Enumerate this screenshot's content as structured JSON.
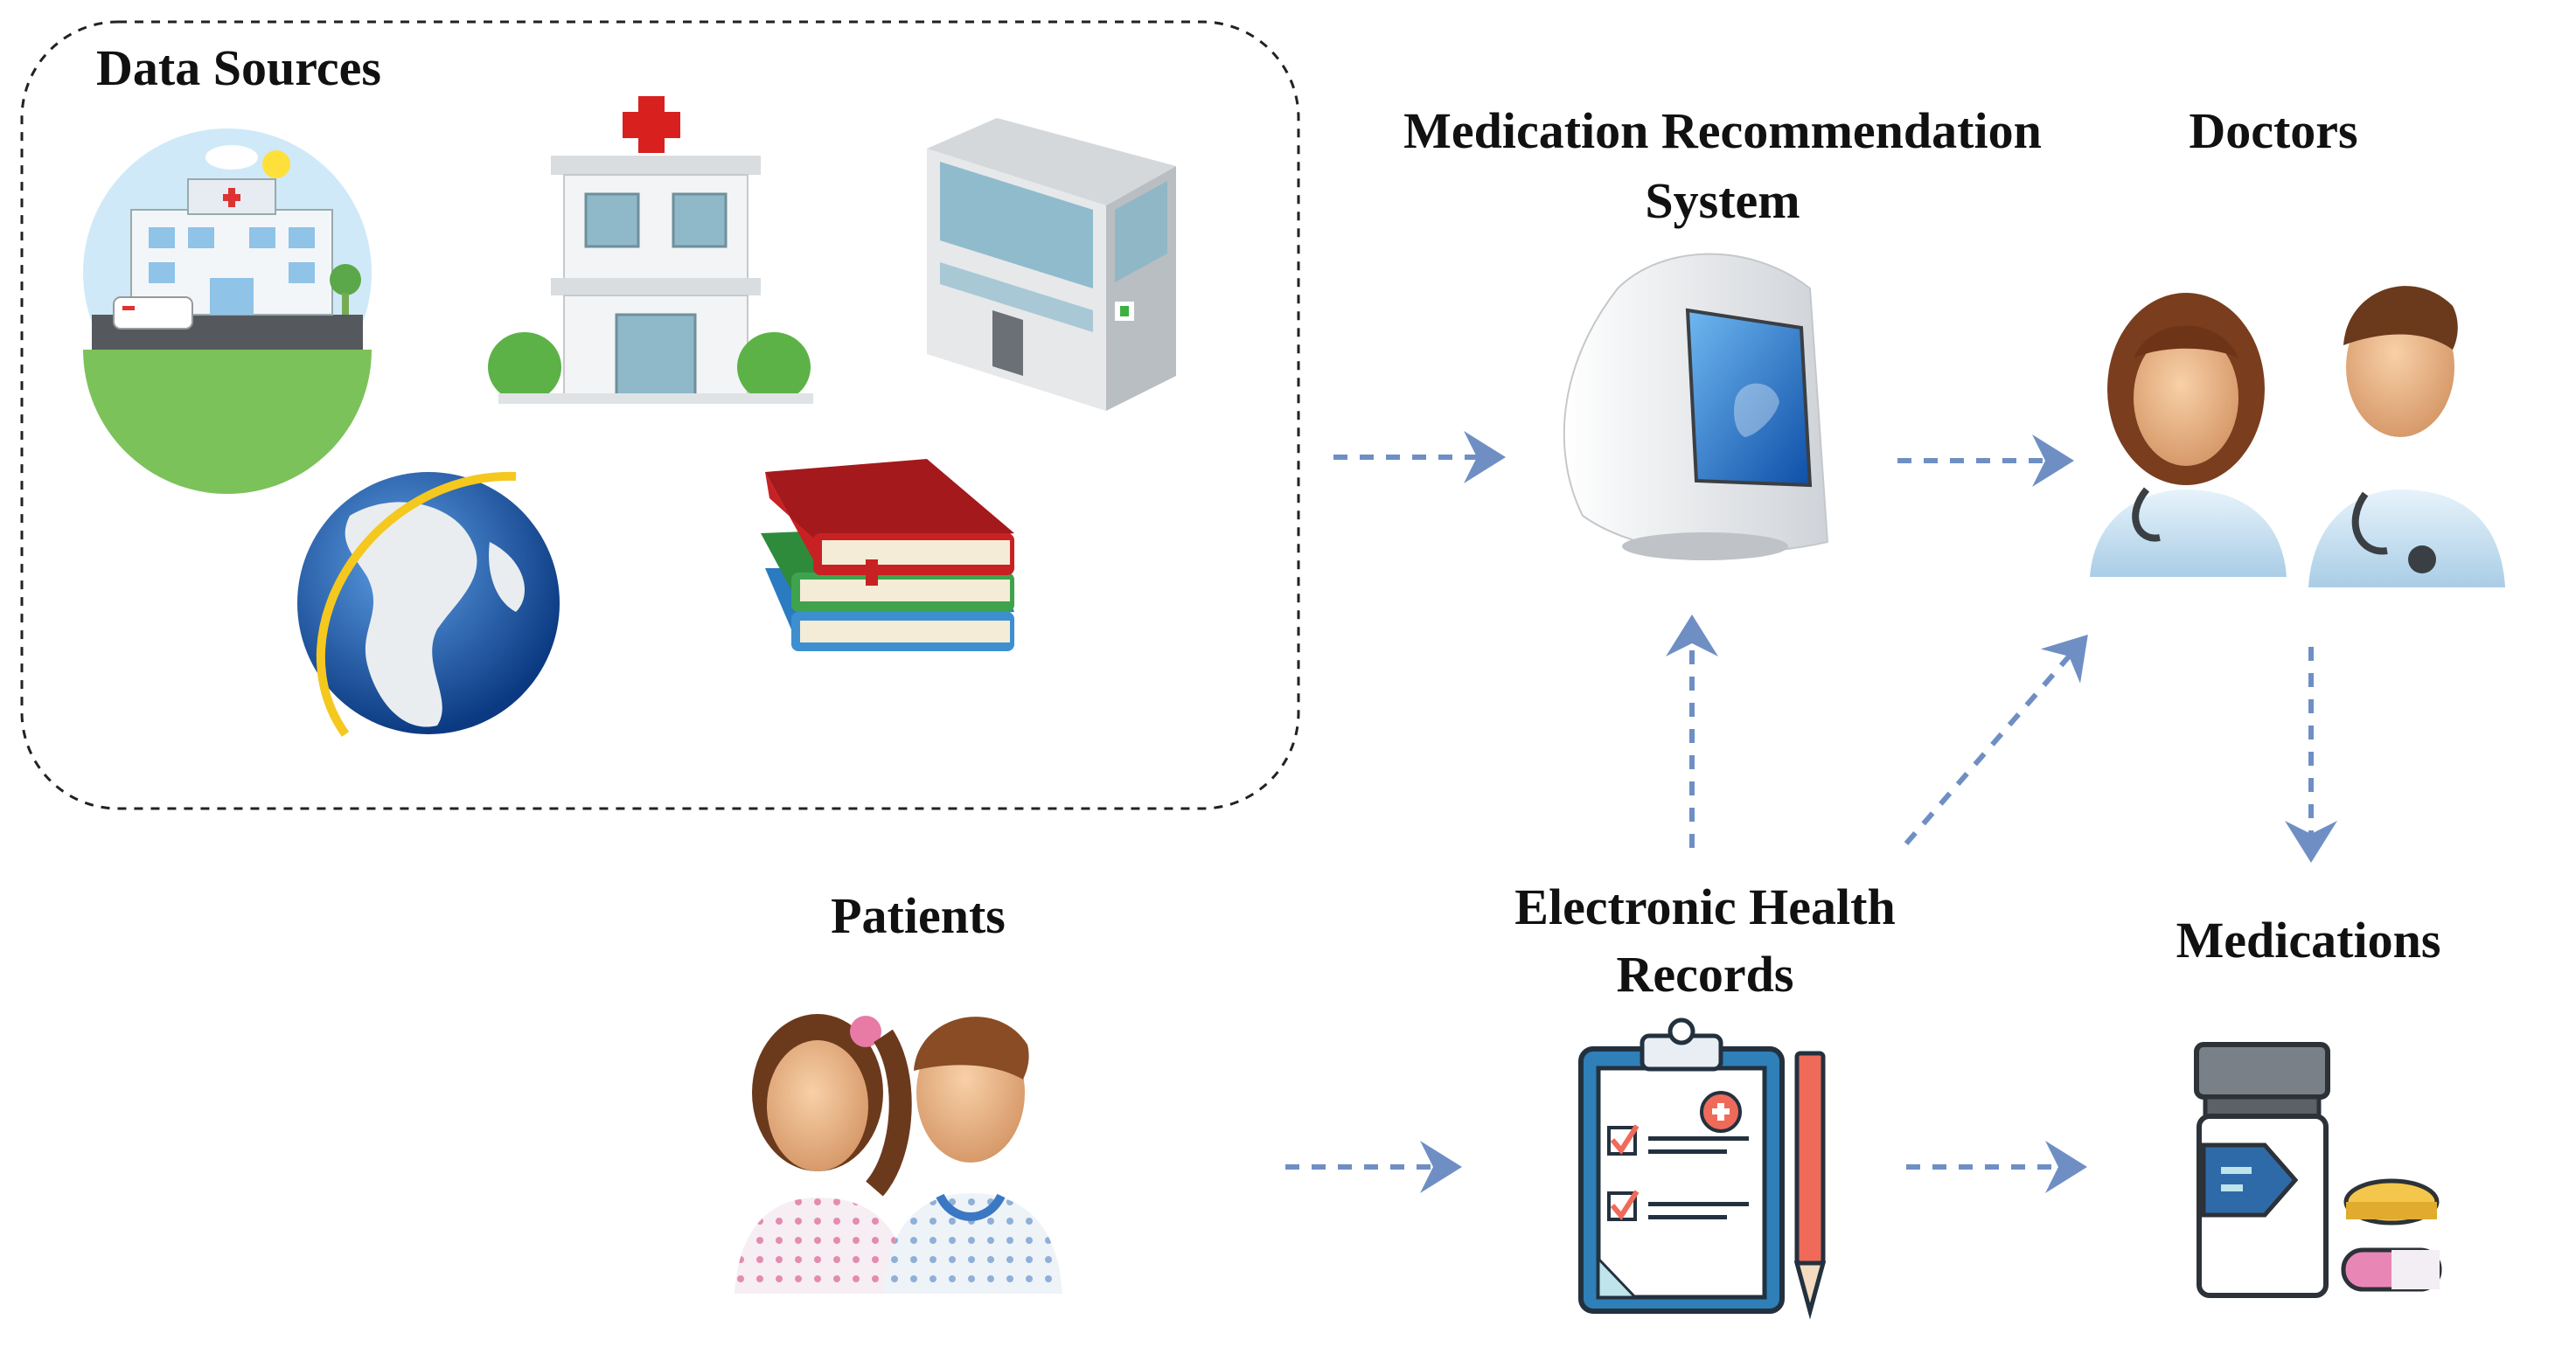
{
  "labels": {
    "data_sources": "Data Sources",
    "mrs_line1": "Medication Recommendation",
    "mrs_line2": "System",
    "doctors": "Doctors",
    "patients": "Patients",
    "ehr_line1": "Electronic Health",
    "ehr_line2": "Records",
    "medications": "Medications"
  },
  "colors": {
    "arrow": "#6f8fc4",
    "text": "#111111",
    "box_border": "#222222"
  },
  "icons": {
    "hospital_1": "hospital-illustration-icon",
    "hospital_2": "hospital-building-icon",
    "office_building": "office-building-icon",
    "globe": "globe-icon",
    "books": "book-stack-icon",
    "computer": "computer-monitor-icon",
    "doctors": "doctors-icon",
    "patients": "patients-icon",
    "clipboard": "clipboard-ehr-icon",
    "medications": "pill-bottle-icon"
  }
}
